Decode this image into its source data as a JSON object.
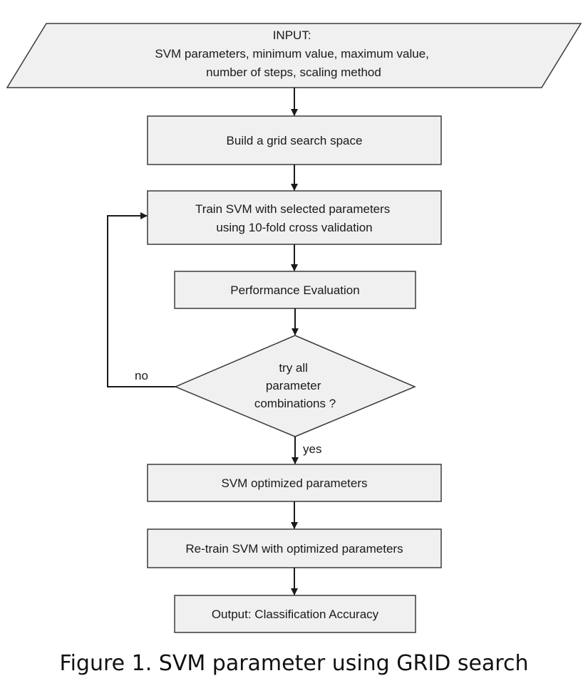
{
  "nodes": {
    "input": {
      "lines": [
        "INPUT:",
        "SVM parameters, minimum value, maximum value,",
        "number of steps, scaling method"
      ]
    },
    "build": {
      "lines": [
        "Build a grid search space"
      ]
    },
    "train": {
      "lines": [
        "Train SVM with selected parameters",
        "using 10-fold cross validation"
      ]
    },
    "evaluate": {
      "lines": [
        "Performance Evaluation"
      ]
    },
    "decision": {
      "lines": [
        "try all",
        "parameter",
        "combinations ?"
      ]
    },
    "optimized": {
      "lines": [
        "SVM optimized parameters"
      ]
    },
    "retrain": {
      "lines": [
        "Re-train SVM with optimized parameters"
      ]
    },
    "output": {
      "lines": [
        "Output: Classification Accuracy"
      ]
    }
  },
  "edges": {
    "no_label": "no",
    "yes_label": "yes"
  },
  "caption": "Figure 1. SVM parameter using GRID search"
}
